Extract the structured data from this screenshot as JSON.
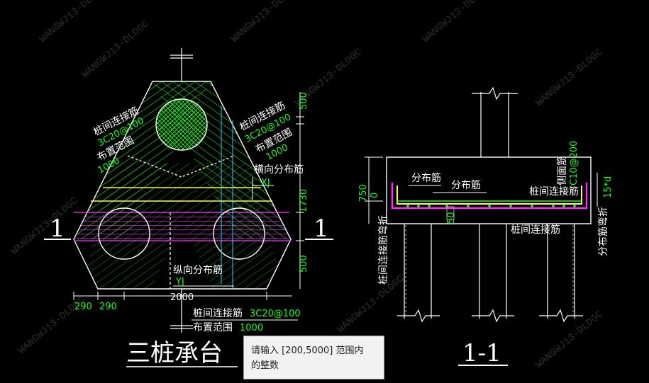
{
  "watermark": "WANGWJ13-DLDGC",
  "left_drawing": {
    "title": "三桩承台",
    "section_marks": [
      "1",
      "1"
    ],
    "labels": {
      "connect_left_a": "桩间连接筋",
      "connect_left_b": "3C20@100",
      "connect_left_c": "布置范围",
      "connect_left_d": "1000",
      "connect_right_a": "桩间连接筋",
      "connect_right_b": "3C20@100",
      "connect_right_c": "布置范围",
      "connect_right_d": "1000",
      "transverse": "横向分布筋",
      "transverse_code": "XJ",
      "longitudinal": "纵向分布筋",
      "longitudinal_code": "YJ",
      "bottom_a": "桩间连接筋",
      "bottom_b": "3C20@100",
      "bottom_c": "布置范围",
      "bottom_d": "1000"
    },
    "dims": {
      "right_top": "500",
      "right_mid": "1730",
      "right_bot": "500",
      "bottom_total": "2000",
      "bottom_left_a": "290",
      "bottom_left_b": "290"
    }
  },
  "right_drawing": {
    "title": "1-1",
    "labels": {
      "dist_a": "分布筋",
      "dist_b": "分布筋",
      "connect_top": "桩间连接筋",
      "connect_mid": "桩间连接筋",
      "side_bars": "侧面筋",
      "side_bars_spec": "C10@200",
      "left_vertical": "桩间连接筋弯折",
      "right_vertical": "分布筋弯折",
      "right_len": "15*d"
    },
    "dims": {
      "height": "750",
      "zero": "0",
      "cover": "50"
    }
  },
  "tooltip": {
    "line1": "请输入 [200,5000] 范围内",
    "line2": "的整数"
  }
}
